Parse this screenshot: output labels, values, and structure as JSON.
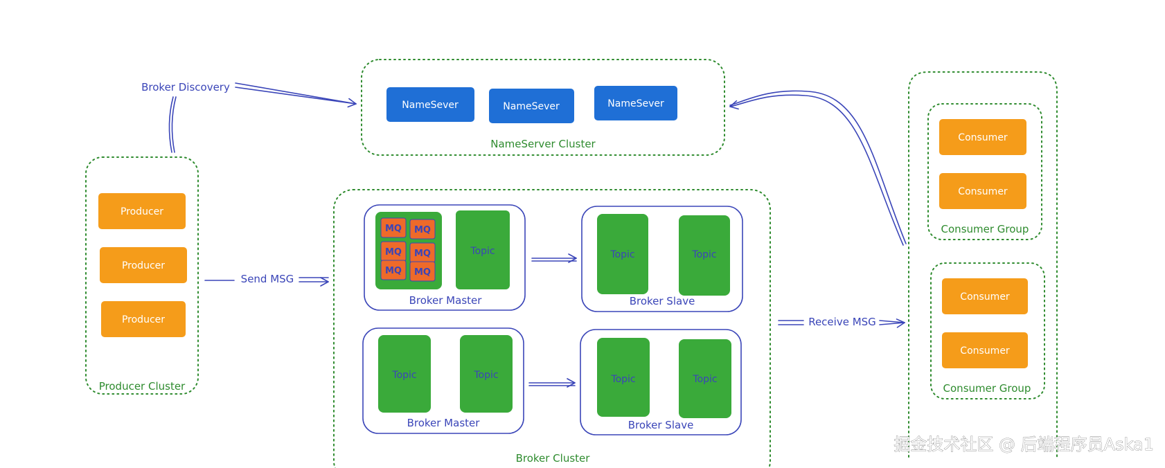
{
  "nameserver_cluster": {
    "label": "NameServer Cluster",
    "nodes": [
      "NameSever",
      "NameSever",
      "NameSever"
    ]
  },
  "producer_cluster": {
    "label": "Producer Cluster",
    "nodes": [
      "Producer",
      "Producer",
      "Producer"
    ]
  },
  "broker_cluster": {
    "label": "Broker Cluster",
    "master_label": "Broker Master",
    "slave_label": "Broker Slave",
    "topic_label": "Topic",
    "mq_label": "MQ"
  },
  "consumer_cluster": {
    "groups": [
      {
        "label": "Consumer Group",
        "nodes": [
          "Consumer",
          "Consumer"
        ]
      },
      {
        "label": "Consumer Group",
        "nodes": [
          "Consumer",
          "Consumer"
        ]
      }
    ]
  },
  "edges": {
    "broker_discovery": "Broker Discovery",
    "send_msg": "Send MSG",
    "receive_msg": "Receive MSG"
  },
  "watermark": "掘金技术社区 @ 后端程序员Aska1",
  "colors": {
    "nameserver": "#1f6fd6",
    "producer": "#f59c1a",
    "consumer": "#f59c1a",
    "topic": "#3aaa3a",
    "mq": "#ee6a2a",
    "outline": "#3a45b8",
    "cluster_border": "#2e8b2e"
  }
}
